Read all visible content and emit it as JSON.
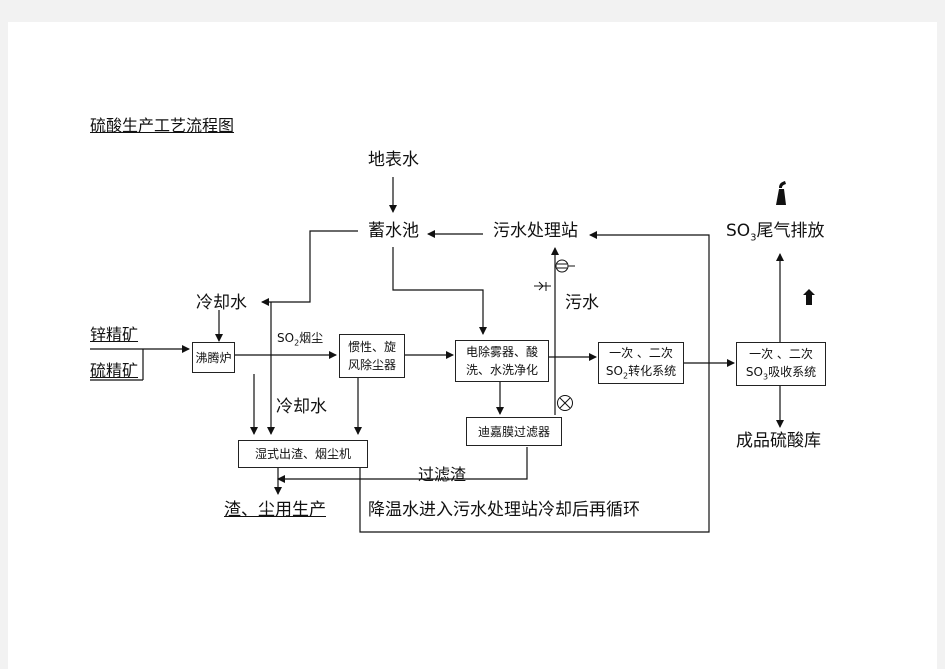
{
  "title": "硫酸生产工艺流程图",
  "labels": {
    "surface_water": "地表水",
    "reservoir": "蓄水池",
    "sewage_station": "污水处理站",
    "so3_tail_gas_prefix": "SO",
    "so3_tail_gas_sub": "3",
    "so3_tail_gas_suffix": "尾气排放",
    "cooling_water_top": "冷却水",
    "sewage": "污水",
    "zinc_concentrate": "锌精矿",
    "sulfur_concentrate": "硫精矿",
    "so2_dust_prefix": "SO",
    "so2_dust_sub": "2",
    "so2_dust_suffix": "烟尘",
    "cooling_water_mid": "冷却水",
    "product_store": "成品硫酸库",
    "filter_residue": "过滤渣",
    "residue_dust": "渣、尘用生产",
    "cooling_note": "降温水进入污水处理站冷却后再循环"
  },
  "boxes": {
    "boiler": "沸腾炉",
    "inertia_line1": "惯性、旋",
    "inertia_line2": "风除尘器",
    "demister_line1": "电除雾器、酸",
    "demister_line2": "洗、水洗净化",
    "conv_line1": "一次 、二次",
    "conv_line2_prefix": "SO",
    "conv_line2_sub": "2",
    "conv_line2_suffix": "转化系统",
    "abs_line1": "一次 、二次",
    "abs_line2_prefix": "SO",
    "abs_line2_sub": "3",
    "abs_line2_suffix": "吸收系统",
    "filter": "迪嘉膜过滤器",
    "wet_slag": "湿式出渣、烟尘机"
  },
  "colors": {
    "line": "#111111",
    "background": "#ffffff",
    "margin": "#f2f2f2"
  },
  "icons": [
    "chimney-icon",
    "up-arrow-icon",
    "pump-icon",
    "valve-icon",
    "sprayer-icon"
  ]
}
